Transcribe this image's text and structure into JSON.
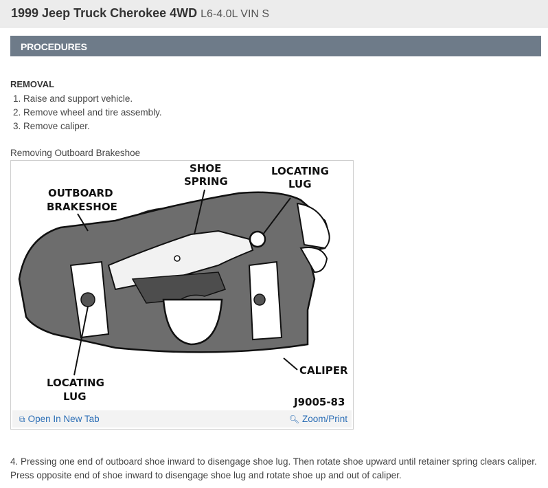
{
  "header": {
    "title": "1999 Jeep Truck Cherokee 4WD",
    "subtitle": "L6-4.0L VIN S"
  },
  "section": {
    "label": "PROCEDURES"
  },
  "removal": {
    "heading": "REMOVAL",
    "steps": [
      "1. Raise and support vehicle.",
      "2. Remove wheel and tire assembly.",
      "3. Remove caliper."
    ]
  },
  "figure": {
    "caption": "Removing Outboard Brakeshoe",
    "labels": {
      "shoe_spring_1": "SHOE",
      "shoe_spring_2": "SPRING",
      "locating_lug_top_1": "LOCATING",
      "locating_lug_top_2": "LUG",
      "outboard_1": "OUTBOARD",
      "outboard_2": "BRAKESHOE",
      "caliper": "CALIPER",
      "locating_lug_bottom_1": "LOCATING",
      "locating_lug_bottom_2": "LUG",
      "figure_id": "J9005-83"
    },
    "open_tab_label": "Open In New Tab",
    "zoom_label": "Zoom/Print"
  },
  "step4": "4. Pressing one end of outboard shoe inward to disengage shoe lug. Then rotate shoe upward until retainer spring clears caliper. Press opposite end of shoe inward to disengage shoe lug and rotate shoe up and out of caliper."
}
